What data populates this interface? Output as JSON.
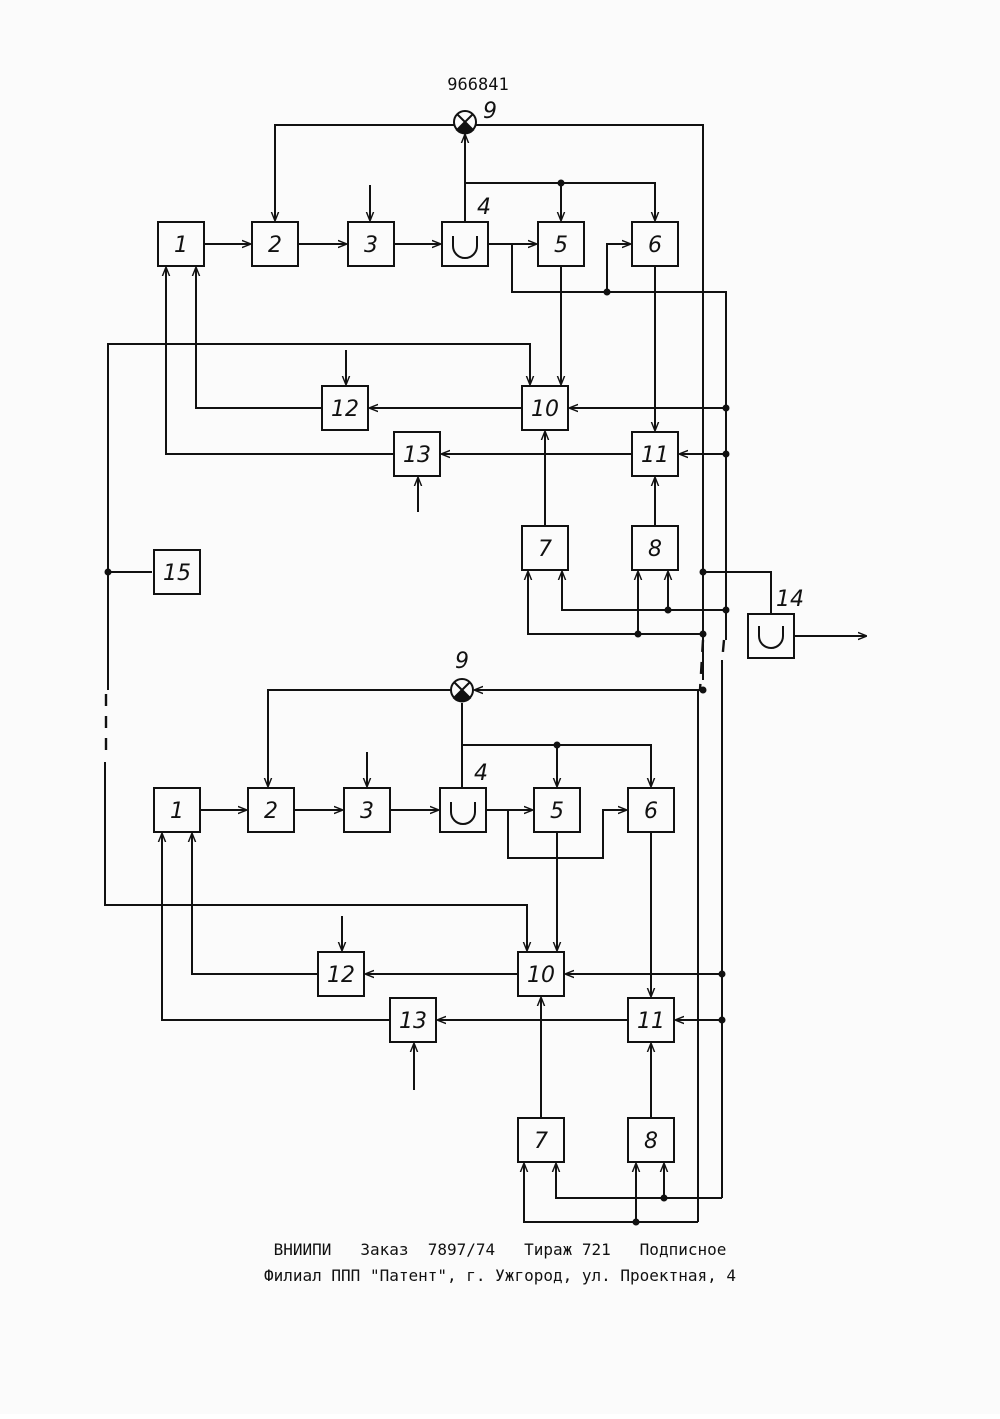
{
  "patent_number": "966841",
  "blocks": {
    "b1": "1",
    "b2": "2",
    "b3": "3",
    "b4": "4",
    "b5": "5",
    "b6": "6",
    "b7": "7",
    "b8": "8",
    "b9": "9",
    "b10": "10",
    "b11": "11",
    "b12": "12",
    "b13": "13",
    "b14": "14",
    "b15": "15"
  },
  "footer": {
    "line1": "ВНИИПИ   Заказ  7897/74   Тираж 721   Подписное",
    "line2": "Филиал ППП \"Патент\", г. Ужгород, ул. Проектная, 4"
  }
}
